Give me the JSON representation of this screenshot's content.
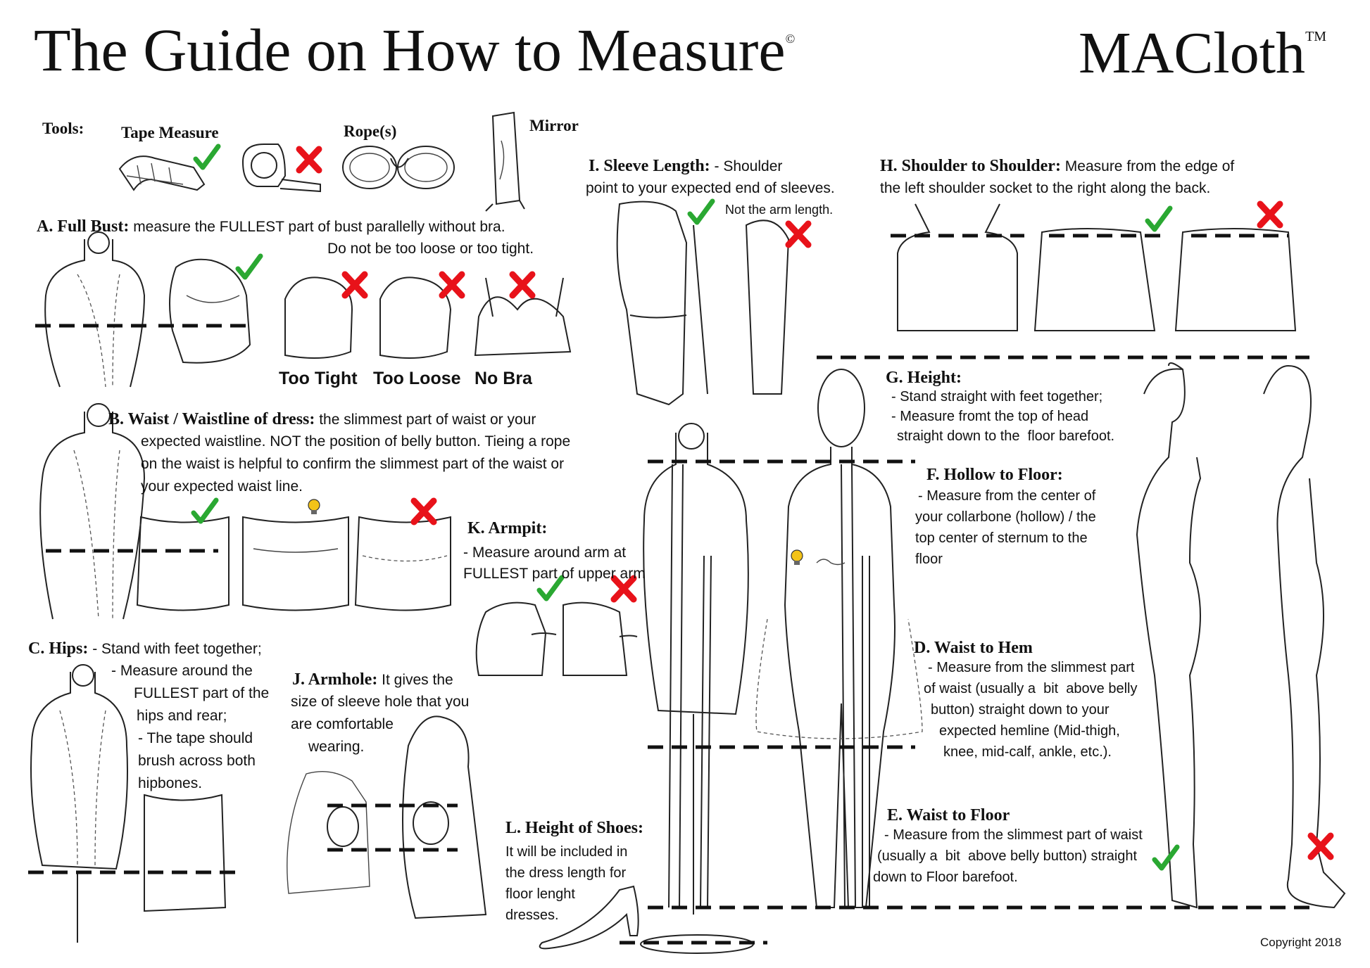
{
  "header": {
    "title": "The Guide on How to Measure",
    "title_mark": "©",
    "brand": "MACloth",
    "brand_mark": "TM"
  },
  "tools": {
    "label": "Tools:",
    "tape": "Tape Measure",
    "rope": "Rope(s)",
    "mirror": "Mirror"
  },
  "a": {
    "title": "A. Full Bust:",
    "line1": " measure the FULLEST part of bust parallelly without bra.",
    "line2": "Do not be too loose or too tight.",
    "tight": "Too Tight",
    "loose": "Too Loose",
    "nobra": "No Bra"
  },
  "b": {
    "title": "B. Waist / Waistline of dress:",
    "line1": " the slimmest part of waist or your",
    "line2": "expected waistline. NOT the position of belly button. Tieing a rope",
    "line3": "on the waist is helpful to confirm the slimmest part of the waist or",
    "line4": "your expected waist line."
  },
  "c": {
    "title": "C. Hips:",
    "line1": " - Stand with feet together;",
    "line2": "- Measure around the",
    "line3": "FULLEST part of the",
    "line4": "hips and rear;",
    "line5": "- The tape should",
    "line6": "brush across both",
    "line7": "hipbones."
  },
  "d": {
    "title": "D. Waist to Hem",
    "line1": "- Measure from the slimmest part",
    "line2": "of waist (usually a  bit  above belly",
    "line3": "button) straight down to your",
    "line4": "expected hemline (Mid-thigh,",
    "line5": "knee, mid-calf, ankle, etc.)."
  },
  "e": {
    "title": "E. Waist to Floor",
    "line1": "- Measure from the slimmest part of waist",
    "line2": "(usually a  bit  above belly button) straight",
    "line3": "down to Floor barefoot."
  },
  "f": {
    "title": "F. Hollow to Floor:",
    "line1": "- Measure from the center of",
    "line2": "your collarbone (hollow) / the",
    "line3": "top center of sternum to the",
    "line4": "floor"
  },
  "g": {
    "title": "G. Height:",
    "line1": "- Stand straight with feet together;",
    "line2": "- Measure fromt the top of head",
    "line3": "straight down to the  floor barefoot."
  },
  "h": {
    "title": "H. Shoulder to Shoulder:",
    "line1": " Measure from the edge of",
    "line2": "the left shoulder socket to the right along the back."
  },
  "i": {
    "title": "I. Sleeve Length:",
    "line1": " - Shoulder",
    "line2": "point to your expected end of sleeves.",
    "note": "Not the arm length."
  },
  "j": {
    "title": "J. Armhole:",
    "line1": " It gives the",
    "line2": "size of sleeve hole that you",
    "line3": "are comfortable",
    "line4": "wearing."
  },
  "k": {
    "title": "K. Armpit:",
    "line1": "- Measure around arm at",
    "line2": "FULLEST part of upper arm"
  },
  "l": {
    "title": "L. Height of Shoes:",
    "line1": "It will be included in",
    "line2": "the dress length for",
    "line3": "floor lenght",
    "line4": "dresses."
  },
  "footer": {
    "copyright": "Copyright 2018"
  },
  "colors": {
    "check": "#2aa832",
    "cross": "#e8121a",
    "text": "#111111"
  }
}
